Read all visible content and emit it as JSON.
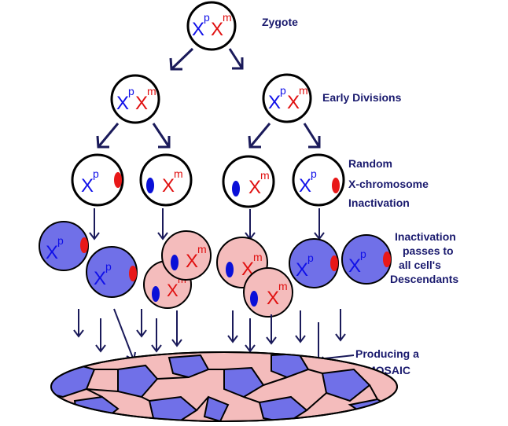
{
  "labels": {
    "zygote": "Zygote",
    "early_divisions": "Early Divisions",
    "random_1": "Random",
    "random_2": "X-chromosome",
    "random_3": "Inactivation",
    "passes_1": "Inactivation",
    "passes_2": "passes to",
    "passes_3": "all cell's",
    "passes_4": "Descendants",
    "producing_1": "Producing a",
    "producing_2": "MOSAIC"
  },
  "chromosomes": {
    "x": "X",
    "paternal_sup": "p",
    "maternal_sup": "m"
  },
  "colors": {
    "paternal": "#1010e8",
    "maternal": "#e01010",
    "paternal_cell": "#7070e8",
    "maternal_cell": "#f4bcbc",
    "outline": "#000000",
    "arrow": "#1a1a5a",
    "label": "#1a1a6e",
    "barr_paternal": "#0a10d8",
    "barr_maternal": "#e81818"
  },
  "icons": {
    "arrow": "arrow-down-icon",
    "barr_body": "barr-body-dot"
  }
}
